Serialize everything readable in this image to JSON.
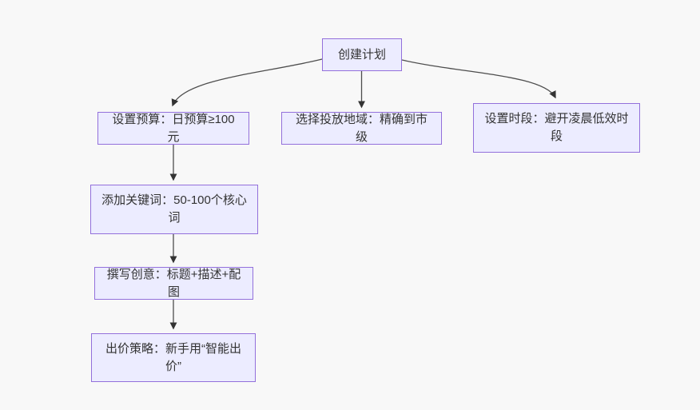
{
  "flowchart": {
    "type": "flowchart-top-down",
    "nodes": [
      {
        "id": "create-plan",
        "label": "创建计划"
      },
      {
        "id": "set-budget",
        "label": "设置预算：日预算≥100元"
      },
      {
        "id": "select-region",
        "label": "选择投放地域：精确到市级"
      },
      {
        "id": "set-time",
        "label": "设置时段：避开凌晨低效时段"
      },
      {
        "id": "add-keywords",
        "label": "添加关键词：50-100个核心词"
      },
      {
        "id": "write-creative",
        "label": "撰写创意：标题+描述+配图"
      },
      {
        "id": "bid-strategy",
        "label": "出价策略：新手用“智能出价”"
      }
    ],
    "edges": [
      {
        "from": "create-plan",
        "to": "set-budget"
      },
      {
        "from": "create-plan",
        "to": "select-region"
      },
      {
        "from": "create-plan",
        "to": "set-time"
      },
      {
        "from": "set-budget",
        "to": "add-keywords"
      },
      {
        "from": "add-keywords",
        "to": "write-creative"
      },
      {
        "from": "write-creative",
        "to": "bid-strategy"
      }
    ],
    "colors": {
      "node_fill": "#ECECFF",
      "node_border": "#9370DB",
      "node_text": "#333333",
      "edge_line": "#4d4d4d",
      "arrowhead": "#333333",
      "background": "#f8f8f8"
    }
  }
}
